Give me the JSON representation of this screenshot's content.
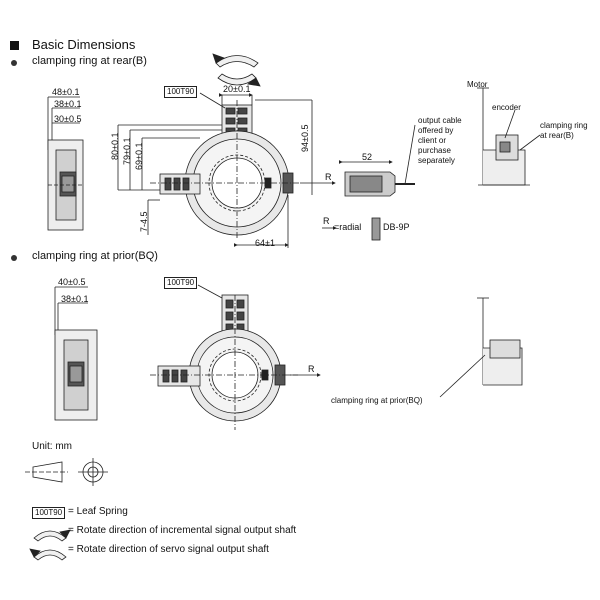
{
  "title": "Basic Dimensions",
  "sections": {
    "rear": {
      "heading": "clamping ring at rear(B)",
      "dims": {
        "d48": "48±0.1",
        "d38": "38±0.1",
        "d30": "30±0.5",
        "d20": "20±0.1",
        "d80": "80±0.1",
        "d79": "79±0.1",
        "d69": "69±0.1",
        "d94": "94±0.5",
        "d745": "7-4.5",
        "d64": "64±1",
        "d52": "52"
      },
      "leaf_spring_tag": "100T90",
      "axis_label": "R",
      "cable_note": [
        "output cable",
        "offered by",
        "client or",
        "purchase",
        "separately"
      ],
      "radial_label": "=radial",
      "connector_label": "DB-9P",
      "motor_label": "Motor",
      "encoder_label": "encoder",
      "clamp_note": [
        "clamping ring",
        "at rear(B)"
      ]
    },
    "prior": {
      "heading": "clamping ring at prior(BQ)",
      "dims": {
        "d40": "40±0.5",
        "d38": "38±0.1"
      },
      "leaf_spring_tag": "100T90",
      "axis_label": "R",
      "clamp_note": "clamping ring at prior(BQ)"
    }
  },
  "legend": {
    "unit": "Unit: mm",
    "leaf_spring_tag": "100T90",
    "leaf_spring": "= Leaf Spring",
    "incremental": "= Rotate direction of incremental signal output shaft",
    "servo": "= Rotate direction of servo signal output shaft"
  },
  "colors": {
    "line": "#222222",
    "fill": "#d9d9d9",
    "dark": "#555555"
  }
}
